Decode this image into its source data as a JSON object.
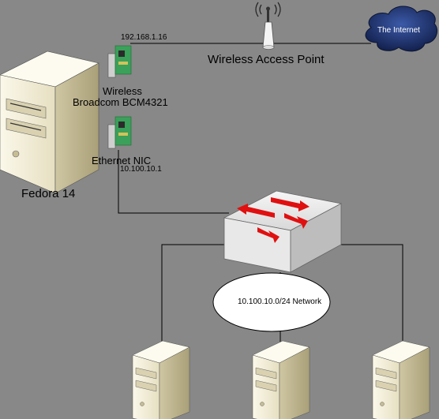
{
  "wireless_ip": "192.168.1.16",
  "ap_label": "Wireless Access Point",
  "internet_label": "The Internet",
  "wireless_card_line1": "Wireless",
  "wireless_card_line2": "Broadcom BCM4321",
  "ethernet_label": "Ethernet NIC",
  "ethernet_ip": "10.100.10.1",
  "host_label": "Fedora 14",
  "network_label": "10.100.10.0/24 Network",
  "colors": {
    "background": "#888888",
    "server_body": "#f1ecd6",
    "server_shade": "#c7bf9c",
    "nic_board": "#3aa05a",
    "switch_body": "#ececec",
    "switch_arrows": "#e01010",
    "cloud": "#1a2e66"
  }
}
